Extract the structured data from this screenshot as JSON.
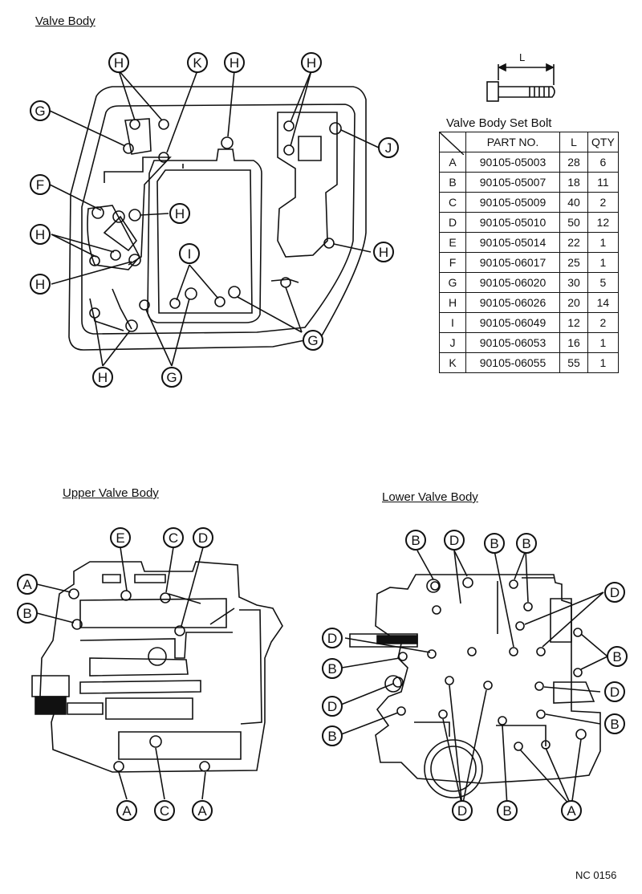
{
  "titles": {
    "valve_body": "Valve Body",
    "upper": "Upper Valve Body",
    "lower": "Lower Valve Body"
  },
  "bolt_dim_label": "L",
  "table": {
    "caption": "Valve Body Set Bolt",
    "headers": [
      "",
      "PART NO.",
      "L",
      "QTY"
    ],
    "rows": [
      [
        "A",
        "90105-05003",
        "28",
        "6"
      ],
      [
        "B",
        "90105-05007",
        "18",
        "11"
      ],
      [
        "C",
        "90105-05009",
        "40",
        "2"
      ],
      [
        "D",
        "90105-05010",
        "50",
        "12"
      ],
      [
        "E",
        "90105-05014",
        "22",
        "1"
      ],
      [
        "F",
        "90105-06017",
        "25",
        "1"
      ],
      [
        "G",
        "90105-06020",
        "30",
        "5"
      ],
      [
        "H",
        "90105-06026",
        "20",
        "14"
      ],
      [
        "I",
        "90105-06049",
        "12",
        "2"
      ],
      [
        "J",
        "90105-06053",
        "16",
        "1"
      ],
      [
        "K",
        "90105-06055",
        "55",
        "1"
      ]
    ]
  },
  "figure_number": "NC 0156",
  "labels": {
    "valve_body": [
      "H",
      "K",
      "H",
      "H",
      "G",
      "J",
      "F",
      "H",
      "H",
      "H",
      "H",
      "I",
      "G",
      "H",
      "G"
    ],
    "upper": [
      "E",
      "C",
      "D",
      "A",
      "B",
      "A",
      "C",
      "A"
    ],
    "lower": [
      "B",
      "D",
      "B",
      "B",
      "D",
      "D",
      "B",
      "B",
      "D",
      "D",
      "B",
      "B",
      "D",
      "B",
      "A"
    ]
  }
}
